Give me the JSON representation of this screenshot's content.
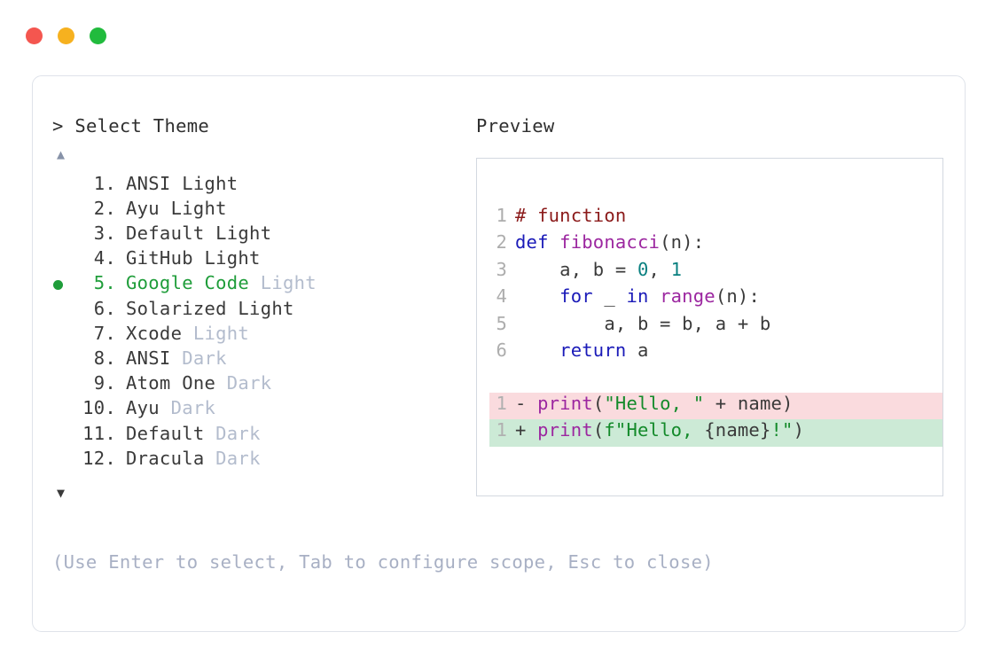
{
  "window": {
    "traffic_lights": [
      {
        "name": "close-button",
        "color": "#f4564f"
      },
      {
        "name": "minimize-button",
        "color": "#f6b11f"
      },
      {
        "name": "maximize-button",
        "color": "#21bb3d"
      }
    ]
  },
  "left": {
    "prompt_caret": ">",
    "prompt_title": "Select Theme",
    "scroll_up_icon": "▲",
    "scroll_down_icon": "▼",
    "selected_bullet": "●",
    "themes": [
      {
        "num": "1.",
        "name": "ANSI Light",
        "variant": "",
        "selected": false
      },
      {
        "num": "2.",
        "name": "Ayu Light",
        "variant": "",
        "selected": false
      },
      {
        "num": "3.",
        "name": "Default Light",
        "variant": "",
        "selected": false
      },
      {
        "num": "4.",
        "name": "GitHub Light",
        "variant": "",
        "selected": false
      },
      {
        "num": "5.",
        "name": "Google Code",
        "variant": " Light",
        "selected": true
      },
      {
        "num": "6.",
        "name": "Solarized Light",
        "variant": "",
        "selected": false
      },
      {
        "num": "7.",
        "name": "Xcode",
        "variant": " Light",
        "selected": false
      },
      {
        "num": "8.",
        "name": "ANSI",
        "variant": " Dark",
        "selected": false
      },
      {
        "num": "9.",
        "name": "Atom One",
        "variant": " Dark",
        "selected": false
      },
      {
        "num": "10.",
        "name": "Ayu",
        "variant": " Dark",
        "selected": false
      },
      {
        "num": "11.",
        "name": "Default",
        "variant": " Dark",
        "selected": false
      },
      {
        "num": "12.",
        "name": "Dracula",
        "variant": " Dark",
        "selected": false
      }
    ]
  },
  "hint": "(Use Enter to select, Tab to configure scope, Esc to close)",
  "right": {
    "preview_label": "Preview",
    "code_lines": [
      {
        "ln": "1",
        "tokens": [
          {
            "t": "# function",
            "c": "comment"
          }
        ]
      },
      {
        "ln": "2",
        "tokens": [
          {
            "t": "def ",
            "c": "keyword"
          },
          {
            "t": "fibonacci",
            "c": "func"
          },
          {
            "t": "(n):",
            "c": "plain"
          }
        ]
      },
      {
        "ln": "3",
        "tokens": [
          {
            "t": "    a, b = ",
            "c": "plain"
          },
          {
            "t": "0",
            "c": "number"
          },
          {
            "t": ", ",
            "c": "plain"
          },
          {
            "t": "1",
            "c": "number"
          }
        ]
      },
      {
        "ln": "4",
        "tokens": [
          {
            "t": "    ",
            "c": "plain"
          },
          {
            "t": "for",
            "c": "keyword"
          },
          {
            "t": " _ ",
            "c": "plain"
          },
          {
            "t": "in",
            "c": "keyword"
          },
          {
            "t": " ",
            "c": "plain"
          },
          {
            "t": "range",
            "c": "func"
          },
          {
            "t": "(n):",
            "c": "plain"
          }
        ]
      },
      {
        "ln": "5",
        "tokens": [
          {
            "t": "        a, b = b, a + b",
            "c": "plain"
          }
        ]
      },
      {
        "ln": "6",
        "tokens": [
          {
            "t": "    ",
            "c": "plain"
          },
          {
            "t": "return",
            "c": "keyword"
          },
          {
            "t": " a",
            "c": "plain"
          }
        ]
      }
    ],
    "diff_lines": [
      {
        "ln": "1",
        "kind": "del",
        "marker": "-",
        "tokens": [
          {
            "t": "print",
            "c": "func"
          },
          {
            "t": "(",
            "c": "plain"
          },
          {
            "t": "\"Hello, \"",
            "c": "string"
          },
          {
            "t": " + name)",
            "c": "plain"
          }
        ]
      },
      {
        "ln": "1",
        "kind": "add",
        "marker": "+",
        "tokens": [
          {
            "t": "print",
            "c": "func"
          },
          {
            "t": "(",
            "c": "plain"
          },
          {
            "t": "f\"Hello, ",
            "c": "string"
          },
          {
            "t": "{name}",
            "c": "plain"
          },
          {
            "t": "!\"",
            "c": "string"
          },
          {
            "t": ")",
            "c": "plain"
          }
        ]
      }
    ]
  },
  "colors": {
    "accent_green": "#1f9d3a",
    "muted": "#b3bccd",
    "hint": "#a8b0c4",
    "diff_del_bg": "#fadbde",
    "diff_add_bg": "#ccead6",
    "card_border": "#dfe3ea",
    "panel_border": "#d3d8e0"
  }
}
